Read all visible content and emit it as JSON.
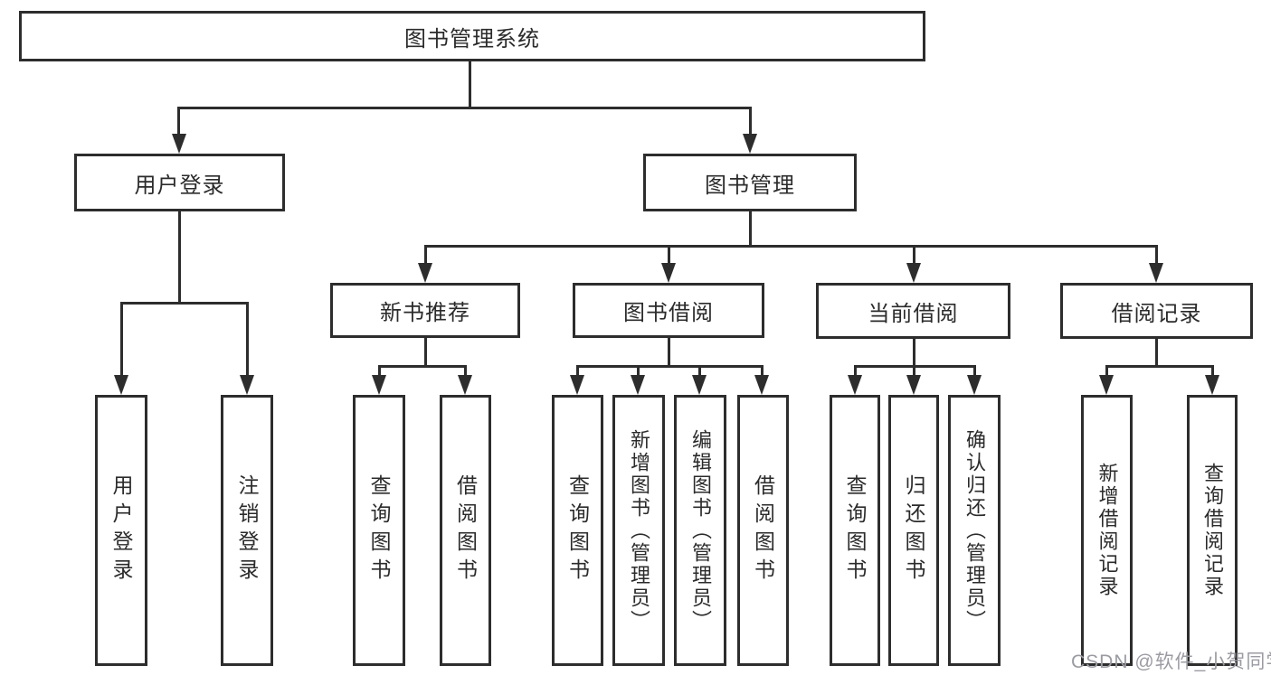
{
  "diagram_type": "hierarchy-tree",
  "tree": {
    "label": "图书管理系统",
    "children": [
      {
        "label": "用户登录",
        "children": [
          {
            "label": "用户登录"
          },
          {
            "label": "注销登录"
          }
        ]
      },
      {
        "label": "图书管理",
        "children": [
          {
            "label": "新书推荐",
            "children": [
              {
                "label": "查询图书"
              },
              {
                "label": "借阅图书"
              }
            ]
          },
          {
            "label": "图书借阅",
            "children": [
              {
                "label": "查询图书"
              },
              {
                "label": "新增图书（管理员）"
              },
              {
                "label": "编辑图书（管理员）"
              },
              {
                "label": "借阅图书"
              }
            ]
          },
          {
            "label": "当前借阅",
            "children": [
              {
                "label": "查询图书"
              },
              {
                "label": "归还图书"
              },
              {
                "label": "确认归还（管理员）"
              }
            ]
          },
          {
            "label": "借阅记录",
            "children": [
              {
                "label": "新增借阅记录"
              },
              {
                "label": "查询借阅记录"
              }
            ]
          }
        ]
      }
    ]
  },
  "watermark": {
    "text": "CSDN @软件_小贺同学"
  },
  "colors": {
    "line": "#2d2d2d",
    "text": "#2b2b2b",
    "watermark": "#9b9ba3",
    "background": "#ffffff"
  }
}
